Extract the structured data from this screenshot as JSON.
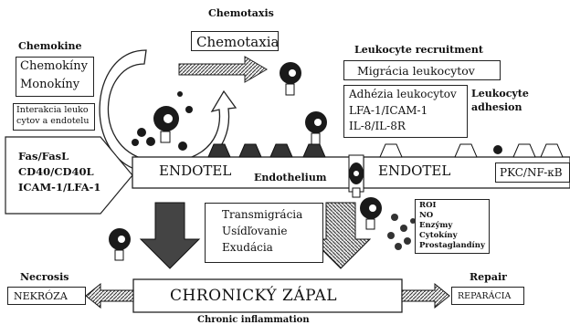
{
  "labels": {
    "chemotaxis_en": "Chemotaxis",
    "chemotaxia": "Chemotaxia",
    "chemokine_en": "Chemokine",
    "chemokiny": "Chemokíny",
    "monokiny": "Monokíny",
    "interakcia_line1": "Interakcia leuko",
    "interakcia_line2": "cytov a endotelu",
    "fas_fasl": "Fas/FasL",
    "cd40": "CD40/CD40L",
    "icam_lfa": "ICAM-1/LFA-1",
    "leukocyte_recruitment_en": "Leukocyte recruitment",
    "migracia": "Migrácia leukocytov",
    "adhezia": "Adhézia leukocytov",
    "lfa_icam": "LFA-1/ICAM-1",
    "il8": "IL-8/IL-8R",
    "leukocyte_adhesion_line1": "Leukocyte",
    "leukocyte_adhesion_line2": "adhesion",
    "endotel_left": "ENDOTEL",
    "endothelium_en": "Endothelium",
    "endotel_right": "ENDOTEL",
    "pkc": "PKC/NF-κB",
    "transmigracia": "Transmigrácia",
    "usidlovanie": "Usídľovanie",
    "exudacia": "Exudácia",
    "roi": "ROI",
    "no": "NO",
    "enzymy": "Enzýmy",
    "cytokiny": "Cytokíny",
    "prostaglandiny": "Prostaglandíny",
    "necrosis_en": "Necrosis",
    "nekroza": "NEKRÓZA",
    "chronicky_zapal": "CHRONICKÝ ZÁPAL",
    "chronic_inflammation_en": "Chronic inflammation",
    "repair_en": "Repair",
    "reparacia": "REPARÁCIA"
  },
  "colors": {
    "ink": "#111111",
    "cell_dark": "#1a1a1a",
    "shaded_arrow": "#555555",
    "hatched_arrow": "#888888"
  }
}
